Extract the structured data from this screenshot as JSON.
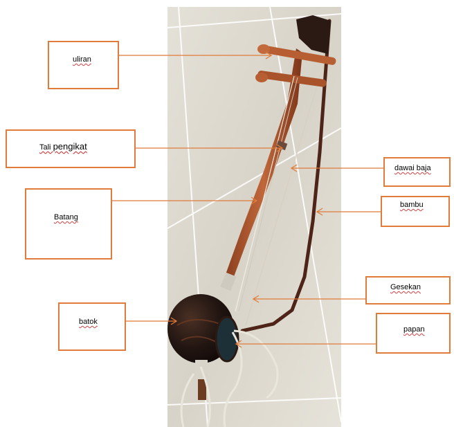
{
  "photo": {
    "subject": "rebab-instrument-photo",
    "colors": {
      "floor": "#dcd8ce",
      "floor_shadow": "#c9c4b8",
      "wood": "#b0582f",
      "wood_dark": "#6e3119",
      "bow": "#5a2a1c",
      "coconut": "#241815",
      "tile_line": "#ffffff",
      "cord": "#e8e4d8",
      "accent": "#e07b39"
    }
  },
  "labels": {
    "uliran": "uliran",
    "tali_prefix": "Tali ",
    "tali_word": "pengikat",
    "batang": "Batang",
    "batok": "batok",
    "dawai": "dawai baja",
    "bambu": "bambu",
    "gesekan": "Gesekan",
    "papan": "papan"
  }
}
